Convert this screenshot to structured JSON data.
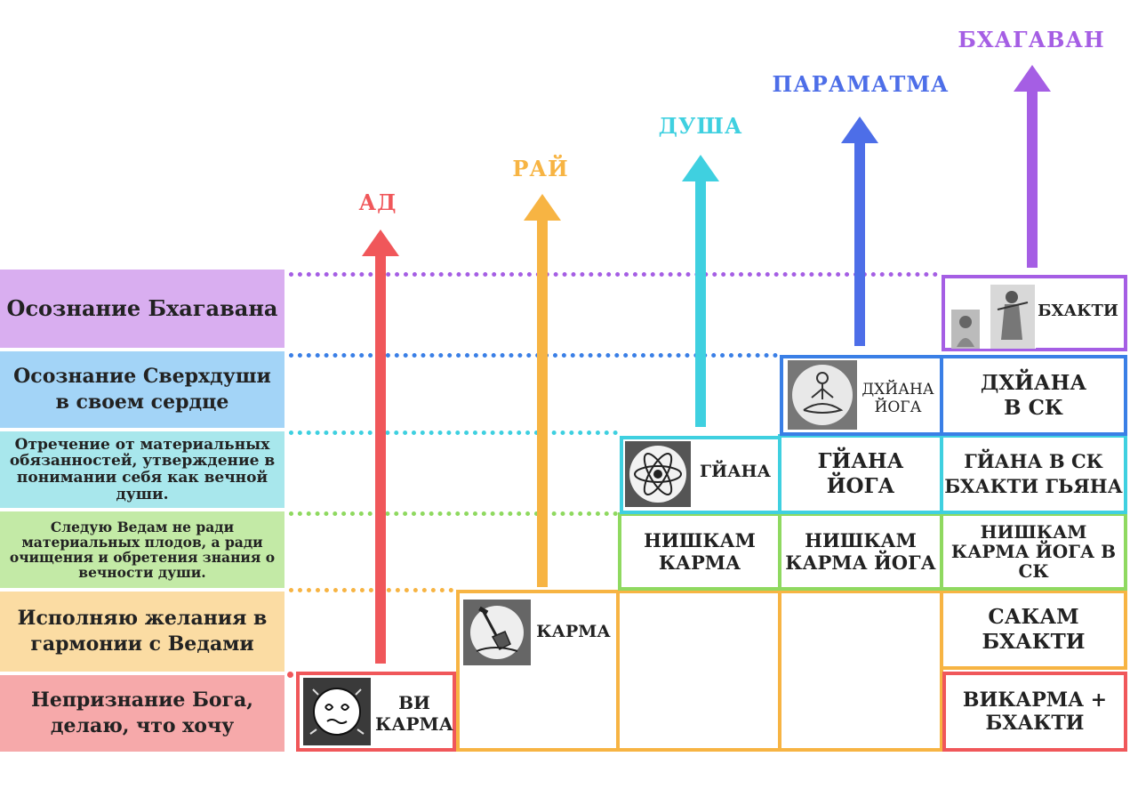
{
  "rows": [
    {
      "label": "Осознание Бхагавана"
    },
    {
      "label": "Осознание Сверхдуши в своем сердце"
    },
    {
      "label": "Отречение от материальных обязанностей, утверждение в понимании себя как вечной души."
    },
    {
      "label": "Следую Ведам не ради материальных плодов, а ради очищения и обретения знания о вечности души."
    },
    {
      "label": "Исполняю желания в гармонии с Ведами"
    },
    {
      "label": "Непризнание Бога, делаю, что хочу"
    }
  ],
  "arrows": [
    {
      "label": "АД",
      "color": "#f0575a"
    },
    {
      "label": "РАЙ",
      "color": "#f7b443"
    },
    {
      "label": "ДУША",
      "color": "#3fd0e0"
    },
    {
      "label": "ПАРАМАТМА",
      "color": "#4d6ee8"
    },
    {
      "label": "БХАГАВАН",
      "color": "#a55ee4"
    }
  ],
  "cells": {
    "vikarma": "ВИ КАРМА",
    "karma": "КАРМА",
    "gyana": "ГЙАНА",
    "dhyana_yoga": "ДХЙАНА ЙОГА",
    "bhakti": "БХАКТИ",
    "nishkam_karma": "НИШКАМ КАРМА",
    "nishkam_karma_yoga": "НИШКАМ КАРМА ЙОГА",
    "nishkam_karma_yoga_sk": "НИШКАМ КАРМА ЙОГА В СК",
    "gyana_yoga": "ГЙАНА ЙОГА",
    "gyana_sk": "ГЙАНА В СК БХАКТИ ГЬЯНА",
    "dhyana_sk": "ДХЙАНА В СК",
    "sakam_bhakti": "САКАМ БХАКТИ",
    "vikarma_bhakti": "ВИКАРМА + БХАКТИ"
  },
  "icons": {
    "vikarma": "crazy-face-icon",
    "karma": "shovel-icon",
    "gyana": "atom-icon",
    "dhyana": "meditating-yogi-icon",
    "bhakti": "krishna-devotee-icon"
  },
  "colors": {
    "row_bhagavan": "#d9aef0",
    "row_paramatma": "#a3d4f7",
    "row_dusha": "#a8e7ec",
    "row_vedas": "#c3eaa6",
    "row_desires": "#fbdca3",
    "row_vikarma": "#f6a9aa",
    "box_red": "#f0575a",
    "box_orange": "#f7b443",
    "box_green": "#8fd960",
    "box_cyan": "#3fd0e0",
    "box_blue": "#3a7fe6",
    "box_purple": "#a55ee4"
  }
}
